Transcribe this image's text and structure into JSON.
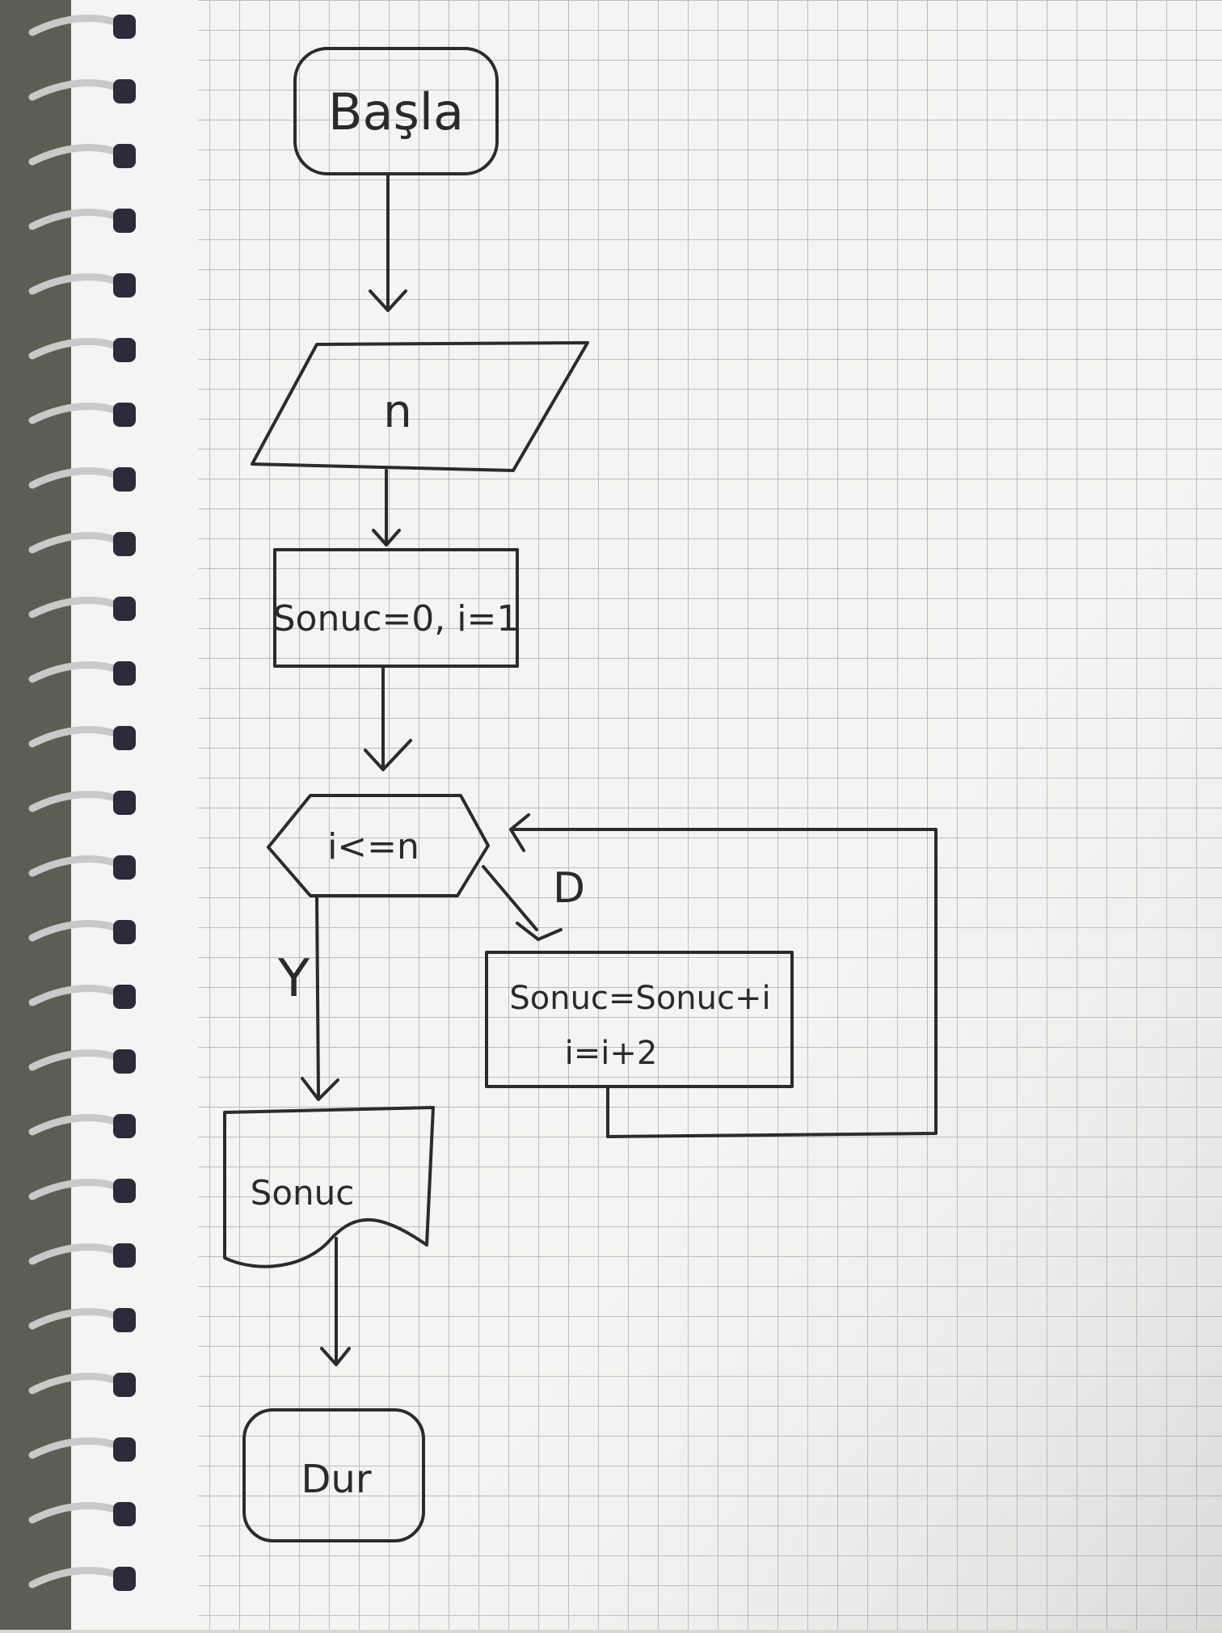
{
  "diagram": {
    "type": "flowchart",
    "nodes": {
      "start": {
        "shape": "terminator",
        "label": "Başla"
      },
      "input": {
        "shape": "parallelogram",
        "label": "n"
      },
      "init": {
        "shape": "process",
        "label": "Sonuc=0, i=1"
      },
      "decision": {
        "shape": "hexagon",
        "label": "i<=n"
      },
      "loop_body": {
        "shape": "process",
        "lines": [
          "Sonuc=Sonuc+i",
          "i=i+2"
        ]
      },
      "output": {
        "shape": "document",
        "label": "Sonuc"
      },
      "end": {
        "shape": "terminator",
        "label": "Dur"
      }
    },
    "edge_labels": {
      "yes": "Y",
      "no": "D"
    }
  }
}
